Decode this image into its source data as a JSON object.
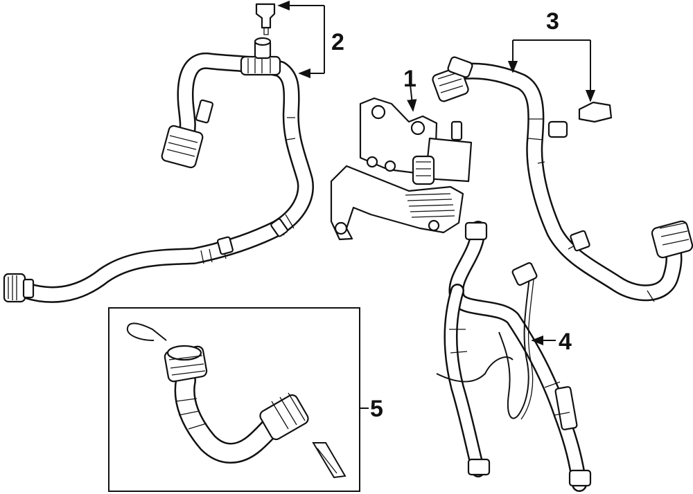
{
  "callouts": {
    "c1": "1",
    "c2": "2",
    "c3": "3",
    "c4": "4",
    "c5": "5"
  },
  "colors": {
    "ink": "#111111",
    "background": "#ffffff"
  }
}
